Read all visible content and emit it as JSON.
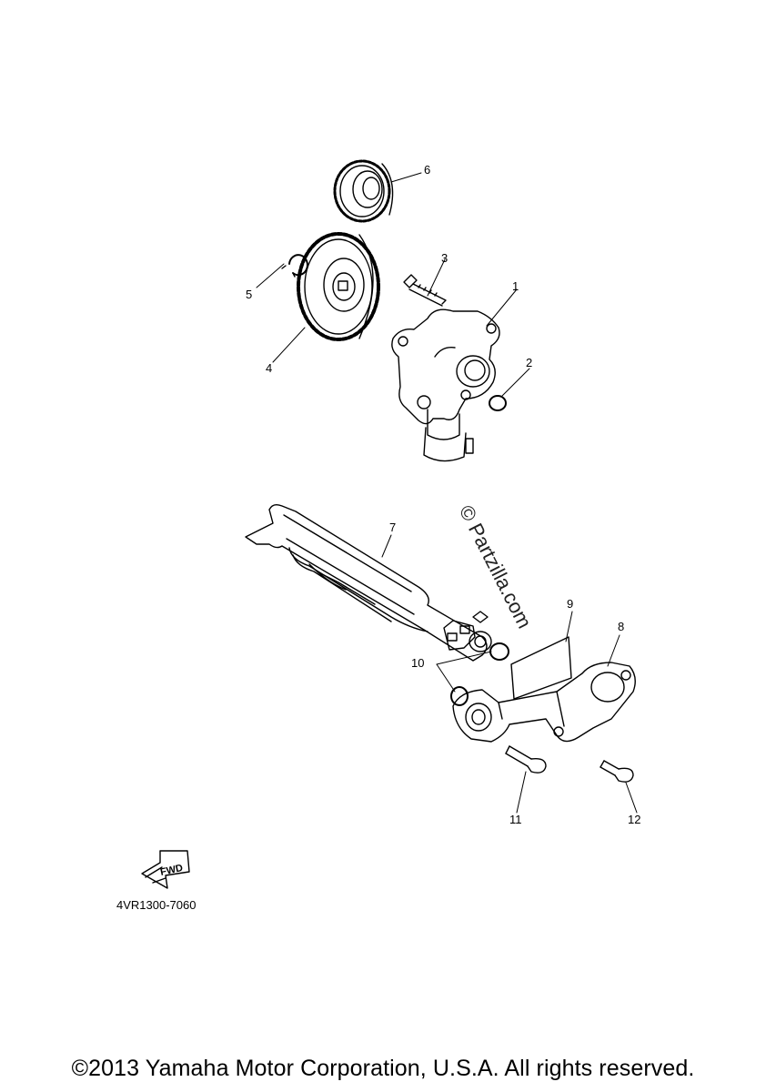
{
  "callouts": [
    {
      "label": "1",
      "part": "oil-pump-assembly"
    },
    {
      "label": "2",
      "part": "o-ring"
    },
    {
      "label": "3",
      "part": "bolt"
    },
    {
      "label": "4",
      "part": "driven-gear"
    },
    {
      "label": "5",
      "part": "circlip"
    },
    {
      "label": "6",
      "part": "idler-gear"
    },
    {
      "label": "7",
      "part": "oil-pipe"
    },
    {
      "label": "8",
      "part": "oil-delivery-pipe"
    },
    {
      "label": "9",
      "part": "gasket"
    },
    {
      "label": "10",
      "part": "o-rings"
    },
    {
      "label": "11",
      "part": "bolt"
    },
    {
      "label": "12",
      "part": "bolt"
    }
  ],
  "watermark": "© Partzilla.com",
  "fwd_label": "FWD",
  "drawing_code": "4VR1300-7060",
  "copyright": "©2013 Yamaha Motor Corporation, U.S.A. All rights reserved."
}
